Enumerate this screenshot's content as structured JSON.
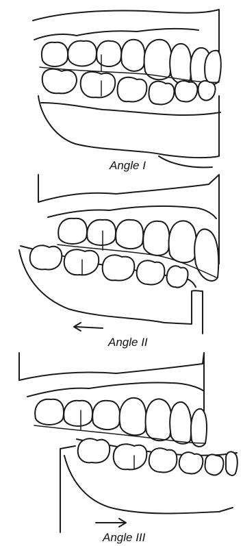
{
  "figure": {
    "panels": [
      {
        "caption": "Angle I"
      },
      {
        "caption": "Angle II"
      },
      {
        "caption": "Angle III"
      }
    ]
  }
}
